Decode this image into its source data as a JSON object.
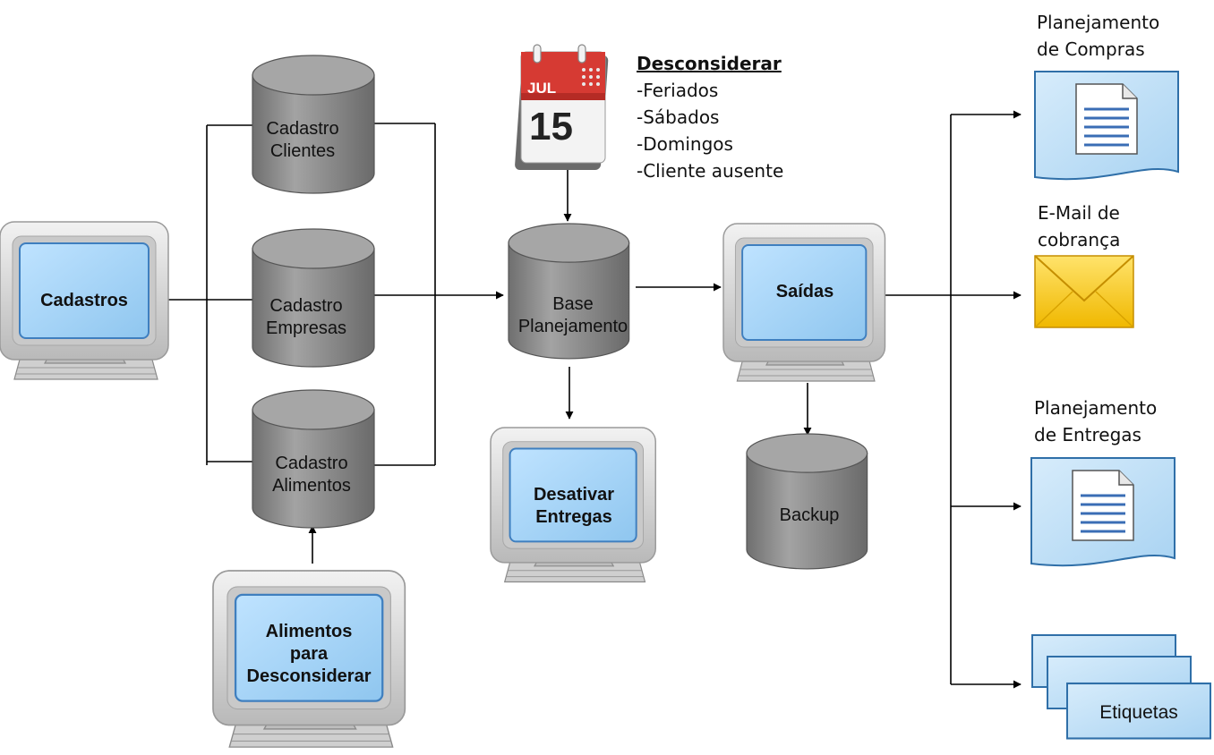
{
  "nodes": {
    "cadastros": "Cadastros",
    "cadastro_clientes": [
      "Cadastro",
      "Clientes"
    ],
    "cadastro_empresas": [
      "Cadastro",
      "Empresas"
    ],
    "cadastro_alimentos": [
      "Cadastro",
      "Alimentos"
    ],
    "alimentos_desconsiderar": [
      "Alimentos",
      "para",
      "Desconsiderar"
    ],
    "base_planejamento": [
      "Base",
      "Planejamento"
    ],
    "desativar_entregas": [
      "Desativar",
      "Entregas"
    ],
    "saidas": "Saídas",
    "backup": "Backup"
  },
  "calendar": {
    "month": "JUL",
    "day": "15",
    "heading": "Desconsiderar",
    "items": [
      "-Feriados",
      "-Sábados",
      "-Domingos",
      "-Cliente ausente"
    ]
  },
  "outputs": {
    "planejamento_compras": [
      "Planejamento",
      "de Compras"
    ],
    "email_cobranca": [
      "E-Mail de",
      "cobrança"
    ],
    "planejamento_entregas": [
      "Planejamento",
      "de Entregas"
    ],
    "etiquetas": "Etiquetas"
  },
  "colors": {
    "cylinder": "#8c8c8c",
    "cylinder_top": "#a8a8a8",
    "screen": "#aad4f5",
    "monitor_frame": "#d4d4d4",
    "document": "#bfe0f8",
    "envelope": "#f6c51a",
    "calendar_red": "#d63a33",
    "line": "#000000"
  },
  "icons": {
    "monitor": "monitor-icon",
    "database": "database-cylinder-icon",
    "calendar": "calendar-icon",
    "document": "document-icon",
    "envelope": "envelope-icon",
    "labels": "label-stack-icon"
  }
}
